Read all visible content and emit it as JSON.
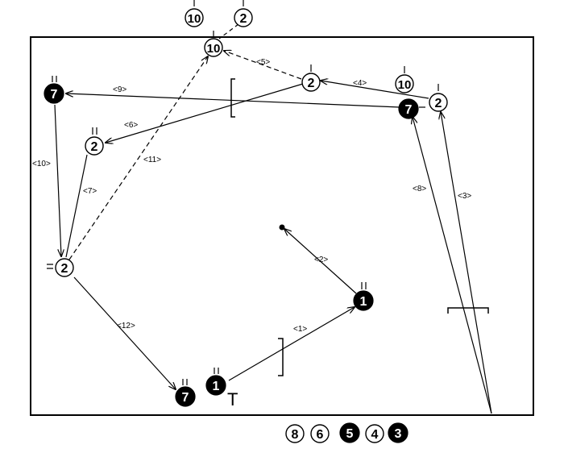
{
  "players": [
    {
      "id": "p10-top",
      "label": "10",
      "filled": false
    },
    {
      "id": "p2-top",
      "label": "2",
      "filled": false
    },
    {
      "id": "p10-a",
      "label": "10",
      "filled": false
    },
    {
      "id": "p2-a",
      "label": "2",
      "filled": false
    },
    {
      "id": "p10-b",
      "label": "10",
      "filled": false
    },
    {
      "id": "p2-b",
      "label": "2",
      "filled": false
    },
    {
      "id": "p7-a",
      "label": "7",
      "filled": true
    },
    {
      "id": "p7-b",
      "label": "7",
      "filled": true
    },
    {
      "id": "p2-c",
      "label": "2",
      "filled": false
    },
    {
      "id": "p2-d",
      "label": "2",
      "filled": false
    },
    {
      "id": "p1-a",
      "label": "1",
      "filled": true
    },
    {
      "id": "p1-b",
      "label": "1",
      "filled": true
    },
    {
      "id": "p7-c",
      "label": "7",
      "filled": true
    }
  ],
  "bench": [
    {
      "label": "8",
      "filled": false
    },
    {
      "label": "6",
      "filled": false
    },
    {
      "label": "5",
      "filled": true
    },
    {
      "label": "4",
      "filled": false
    },
    {
      "label": "3",
      "filled": true
    }
  ],
  "moves": [
    {
      "label": "<1>",
      "style": "solid"
    },
    {
      "label": "<2>",
      "style": "solid"
    },
    {
      "label": "<3>",
      "style": "solid"
    },
    {
      "label": "<4>",
      "style": "solid"
    },
    {
      "label": "<5>",
      "style": "dashed"
    },
    {
      "label": "<6>",
      "style": "solid"
    },
    {
      "label": "<7>",
      "style": "solid"
    },
    {
      "label": "<8>",
      "style": "solid"
    },
    {
      "label": "<9>",
      "style": "solid"
    },
    {
      "label": "<10>",
      "style": "solid"
    },
    {
      "label": "<11>",
      "style": "dashed"
    },
    {
      "label": "<12>",
      "style": "solid"
    }
  ],
  "marks": {
    "t_label": "T"
  }
}
